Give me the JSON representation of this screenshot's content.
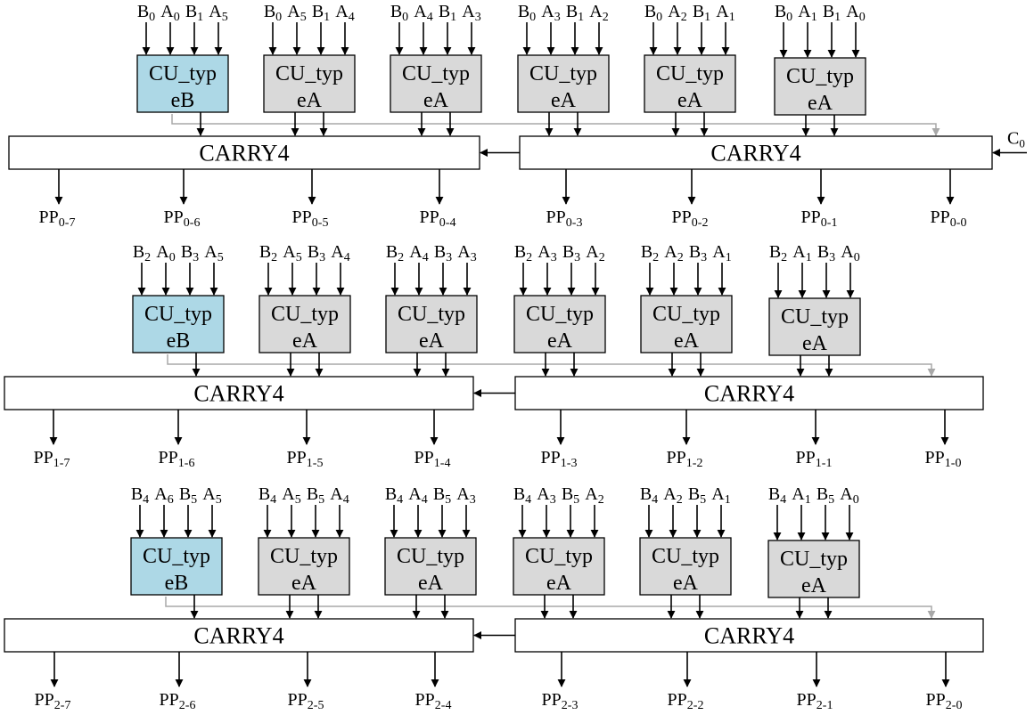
{
  "colors": {
    "type_b_fill": "#add8e6",
    "type_a_fill": "#d9d9d9",
    "carry_fill": "#ffffff",
    "wire": "#000000",
    "carry_line": "#a8a8a8"
  },
  "carry_in_label": {
    "main": "C",
    "sub": "0"
  },
  "rows": [
    {
      "cells": [
        {
          "name": "CU_type",
          "line1": "CU_typ",
          "line2": "eB",
          "kind": "B",
          "inputs": [
            {
              "main": "B",
              "sub": "0"
            },
            {
              "main": "A",
              "sub": "0"
            },
            {
              "main": "B",
              "sub": "1"
            },
            {
              "main": "A",
              "sub": "5"
            }
          ]
        },
        {
          "name": "CU_type",
          "line1": "CU_typ",
          "line2": "eA",
          "kind": "A",
          "inputs": [
            {
              "main": "B",
              "sub": "0"
            },
            {
              "main": "A",
              "sub": "5"
            },
            {
              "main": "B",
              "sub": "1"
            },
            {
              "main": "A",
              "sub": "4"
            }
          ]
        },
        {
          "name": "CU_type",
          "line1": "CU_typ",
          "line2": "eA",
          "kind": "A",
          "inputs": [
            {
              "main": "B",
              "sub": "0"
            },
            {
              "main": "A",
              "sub": "4"
            },
            {
              "main": "B",
              "sub": "1"
            },
            {
              "main": "A",
              "sub": "3"
            }
          ]
        },
        {
          "name": "CU_type",
          "line1": "CU_typ",
          "line2": "eA",
          "kind": "A",
          "inputs": [
            {
              "main": "B",
              "sub": "0"
            },
            {
              "main": "A",
              "sub": "3"
            },
            {
              "main": "B",
              "sub": "1"
            },
            {
              "main": "A",
              "sub": "2"
            }
          ]
        },
        {
          "name": "CU_type",
          "line1": "CU_typ",
          "line2": "eA",
          "kind": "A",
          "inputs": [
            {
              "main": "B",
              "sub": "0"
            },
            {
              "main": "A",
              "sub": "2"
            },
            {
              "main": "B",
              "sub": "1"
            },
            {
              "main": "A",
              "sub": "1"
            }
          ]
        },
        {
          "name": "CU_type",
          "line1": "CU_typ",
          "line2": "eA",
          "kind": "A",
          "inputs": [
            {
              "main": "B",
              "sub": "0"
            },
            {
              "main": "A",
              "sub": "1"
            },
            {
              "main": "B",
              "sub": "1"
            },
            {
              "main": "A",
              "sub": "0"
            }
          ]
        }
      ],
      "carry": {
        "left": "CARRY4",
        "right": "CARRY4"
      },
      "outputs": [
        {
          "main": "PP",
          "sub": "0-7"
        },
        {
          "main": "PP",
          "sub": "0-6"
        },
        {
          "main": "PP",
          "sub": "0-5"
        },
        {
          "main": "PP",
          "sub": "0-4"
        },
        {
          "main": "PP",
          "sub": "0-3"
        },
        {
          "main": "PP",
          "sub": "0-2"
        },
        {
          "main": "PP",
          "sub": "0-1"
        },
        {
          "main": "PP",
          "sub": "0-0"
        }
      ]
    },
    {
      "cells": [
        {
          "name": "CU_type",
          "line1": "CU_typ",
          "line2": "eB",
          "kind": "B",
          "inputs": [
            {
              "main": "B",
              "sub": "2"
            },
            {
              "main": "A",
              "sub": "0"
            },
            {
              "main": "B",
              "sub": "3"
            },
            {
              "main": "A",
              "sub": "5"
            }
          ]
        },
        {
          "name": "CU_type",
          "line1": "CU_typ",
          "line2": "eA",
          "kind": "A",
          "inputs": [
            {
              "main": "B",
              "sub": "2"
            },
            {
              "main": "A",
              "sub": "5"
            },
            {
              "main": "B",
              "sub": "3"
            },
            {
              "main": "A",
              "sub": "4"
            }
          ]
        },
        {
          "name": "CU_type",
          "line1": "CU_typ",
          "line2": "eA",
          "kind": "A",
          "inputs": [
            {
              "main": "B",
              "sub": "2"
            },
            {
              "main": "A",
              "sub": "4"
            },
            {
              "main": "B",
              "sub": "3"
            },
            {
              "main": "A",
              "sub": "3"
            }
          ]
        },
        {
          "name": "CU_type",
          "line1": "CU_typ",
          "line2": "eA",
          "kind": "A",
          "inputs": [
            {
              "main": "B",
              "sub": "2"
            },
            {
              "main": "A",
              "sub": "3"
            },
            {
              "main": "B",
              "sub": "3"
            },
            {
              "main": "A",
              "sub": "2"
            }
          ]
        },
        {
          "name": "CU_type",
          "line1": "CU_typ",
          "line2": "eA",
          "kind": "A",
          "inputs": [
            {
              "main": "B",
              "sub": "2"
            },
            {
              "main": "A",
              "sub": "2"
            },
            {
              "main": "B",
              "sub": "3"
            },
            {
              "main": "A",
              "sub": "1"
            }
          ]
        },
        {
          "name": "CU_type",
          "line1": "CU_typ",
          "line2": "eA",
          "kind": "A",
          "inputs": [
            {
              "main": "B",
              "sub": "2"
            },
            {
              "main": "A",
              "sub": "1"
            },
            {
              "main": "B",
              "sub": "3"
            },
            {
              "main": "A",
              "sub": "0"
            }
          ]
        }
      ],
      "carry": {
        "left": "CARRY4",
        "right": "CARRY4"
      },
      "outputs": [
        {
          "main": "PP",
          "sub": "1-7"
        },
        {
          "main": "PP",
          "sub": "1-6"
        },
        {
          "main": "PP",
          "sub": "1-5"
        },
        {
          "main": "PP",
          "sub": "1-4"
        },
        {
          "main": "PP",
          "sub": "1-3"
        },
        {
          "main": "PP",
          "sub": "1-2"
        },
        {
          "main": "PP",
          "sub": "1-1"
        },
        {
          "main": "PP",
          "sub": "1-0"
        }
      ]
    },
    {
      "cells": [
        {
          "name": "CU_type",
          "line1": "CU_typ",
          "line2": "eB",
          "kind": "B",
          "inputs": [
            {
              "main": "B",
              "sub": "4"
            },
            {
              "main": "A",
              "sub": "6"
            },
            {
              "main": "B",
              "sub": "5"
            },
            {
              "main": "A",
              "sub": "5"
            }
          ]
        },
        {
          "name": "CU_type",
          "line1": "CU_typ",
          "line2": "eA",
          "kind": "A",
          "inputs": [
            {
              "main": "B",
              "sub": "4"
            },
            {
              "main": "A",
              "sub": "5"
            },
            {
              "main": "B",
              "sub": "5"
            },
            {
              "main": "A",
              "sub": "4"
            }
          ]
        },
        {
          "name": "CU_type",
          "line1": "CU_typ",
          "line2": "eA",
          "kind": "A",
          "inputs": [
            {
              "main": "B",
              "sub": "4"
            },
            {
              "main": "A",
              "sub": "4"
            },
            {
              "main": "B",
              "sub": "5"
            },
            {
              "main": "A",
              "sub": "3"
            }
          ]
        },
        {
          "name": "CU_type",
          "line1": "CU_typ",
          "line2": "eA",
          "kind": "A",
          "inputs": [
            {
              "main": "B",
              "sub": "4"
            },
            {
              "main": "A",
              "sub": "3"
            },
            {
              "main": "B",
              "sub": "5"
            },
            {
              "main": "A",
              "sub": "2"
            }
          ]
        },
        {
          "name": "CU_type",
          "line1": "CU_typ",
          "line2": "eA",
          "kind": "A",
          "inputs": [
            {
              "main": "B",
              "sub": "4"
            },
            {
              "main": "A",
              "sub": "2"
            },
            {
              "main": "B",
              "sub": "5"
            },
            {
              "main": "A",
              "sub": "1"
            }
          ]
        },
        {
          "name": "CU_type",
          "line1": "CU_typ",
          "line2": "eA",
          "kind": "A",
          "inputs": [
            {
              "main": "B",
              "sub": "4"
            },
            {
              "main": "A",
              "sub": "1"
            },
            {
              "main": "B",
              "sub": "5"
            },
            {
              "main": "A",
              "sub": "0"
            }
          ]
        }
      ],
      "carry": {
        "left": "CARRY4",
        "right": "CARRY4"
      },
      "outputs": [
        {
          "main": "PP",
          "sub": "2-7"
        },
        {
          "main": "PP",
          "sub": "2-6"
        },
        {
          "main": "PP",
          "sub": "2-5"
        },
        {
          "main": "PP",
          "sub": "2-4"
        },
        {
          "main": "PP",
          "sub": "2-3"
        },
        {
          "main": "PP",
          "sub": "2-2"
        },
        {
          "main": "PP",
          "sub": "2-1"
        },
        {
          "main": "PP",
          "sub": "2-0"
        }
      ]
    }
  ]
}
